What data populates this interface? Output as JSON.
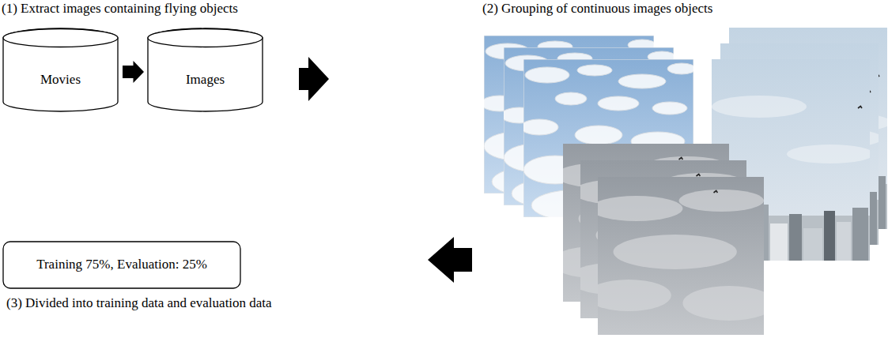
{
  "diagram": {
    "nodes": [
      {
        "text": [
          "Movies"
        ]
      },
      {
        "text": [
          "Images"
        ]
      },
      {
        "text": [
          "Training 75%, Evaluation: 25%"
        ]
      }
    ],
    "edges": [
      {
        "from": 0,
        "to": 1,
        "arrow": "to"
      }
    ],
    "labels": [
      "(1) Extract images containing flying objects",
      "(2) Grouping of continuous images objects",
      "(3) Divided into training data and evaluation data"
    ]
  }
}
